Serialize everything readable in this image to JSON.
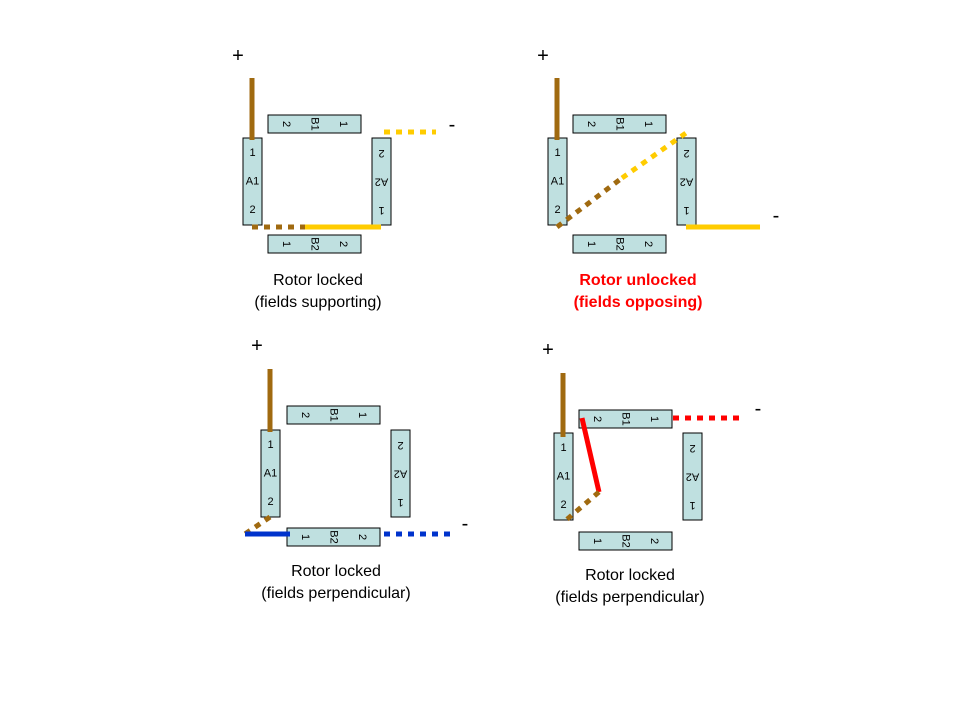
{
  "box_labels": {
    "A1": [
      "1",
      "A1",
      "2"
    ],
    "B1": [
      "2",
      "B1",
      "1"
    ],
    "A2": [
      "2",
      "A2",
      "1"
    ],
    "B2": [
      "1",
      "B2",
      "2"
    ]
  },
  "signs": {
    "plus": "+",
    "minus": "-"
  },
  "diagrams": [
    {
      "caption_line1": "Rotor locked",
      "caption_line2": "(fields supporting)"
    },
    {
      "caption_line1": "Rotor unlocked",
      "caption_line2": "(fields opposing)"
    },
    {
      "caption_line1": "Rotor locked",
      "caption_line2": "(fields perpendicular)"
    },
    {
      "caption_line1": "Rotor locked",
      "caption_line2": "(fields perpendicular)"
    }
  ],
  "colors": {
    "brown": "#a06a10",
    "yellow": "#ffcc00",
    "red": "#ff0000",
    "blue": "#0033cc",
    "caption_highlight": "#ff0000"
  }
}
